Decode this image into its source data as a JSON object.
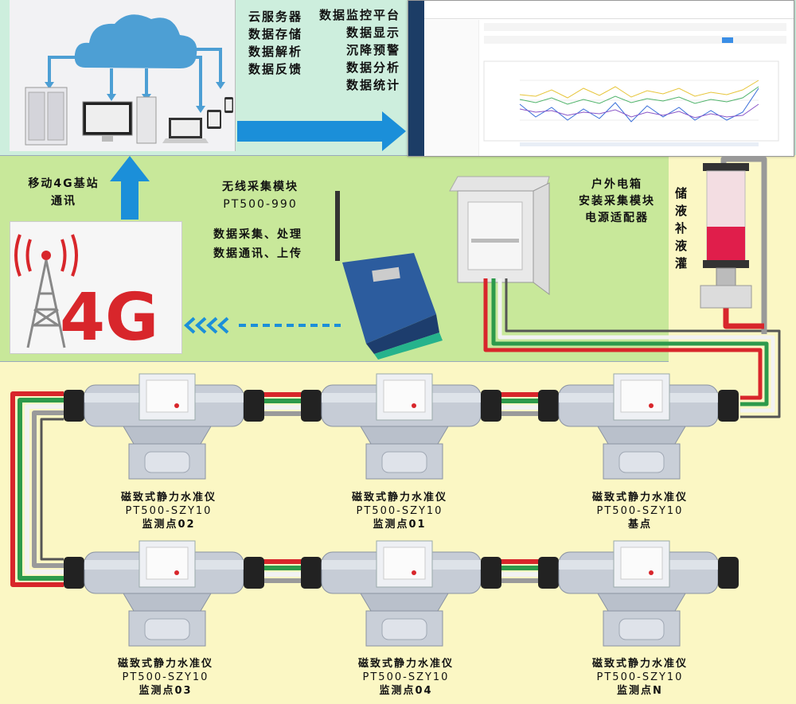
{
  "cloud": {
    "services": [
      "云服务器",
      "数据存储",
      "数据解析",
      "数据反馈"
    ],
    "platform": [
      "数据监控平台",
      "数据显示",
      "沉降预警",
      "数据分析",
      "数据统计"
    ]
  },
  "base_station": {
    "label": [
      "移动4G基站",
      "通讯"
    ],
    "logo": "4G"
  },
  "module": {
    "label": [
      "无线采集模块",
      "PT500-990"
    ],
    "desc": [
      "数据采集、处理",
      "数据通讯、上传"
    ]
  },
  "box": {
    "label": [
      "户外电箱",
      "安装采集模块",
      "电源适配器"
    ]
  },
  "tank": {
    "label": "储液补液灌"
  },
  "sensors": [
    {
      "name": "磁致式静力水准仪",
      "model": "PT500-SZY10",
      "point": "监测点02"
    },
    {
      "name": "磁致式静力水准仪",
      "model": "PT500-SZY10",
      "point": "监测点01"
    },
    {
      "name": "磁致式静力水准仪",
      "model": "PT500-SZY10",
      "point": "基点"
    },
    {
      "name": "磁致式静力水准仪",
      "model": "PT500-SZY10",
      "point": "监测点03"
    },
    {
      "name": "磁致式静力水准仪",
      "model": "PT500-SZY10",
      "point": "监测点04"
    },
    {
      "name": "磁致式静力水准仪",
      "model": "PT500-SZY10",
      "point": "监测点N"
    }
  ],
  "colors": {
    "red": "#d8262b",
    "green": "#2d9a4b",
    "white": "#f2f2f2",
    "gray": "#9a9a9a",
    "arrow": "#1b8fd9"
  }
}
